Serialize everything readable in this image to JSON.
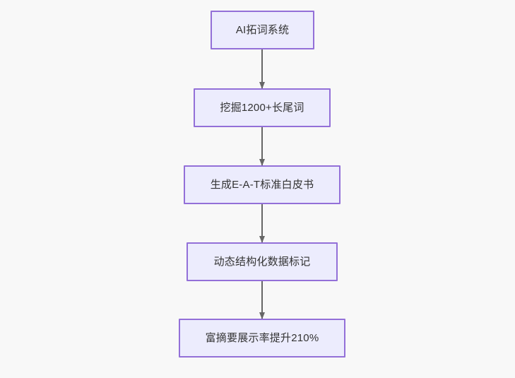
{
  "diagram": {
    "type": "flowchart",
    "direction": "top-to-bottom",
    "background_color": "#f8f8f8",
    "node_fill_color": "#ececfd",
    "node_border_color": "#9370d8",
    "node_text_color": "#333333",
    "edge_color": "#666666",
    "nodes": [
      {
        "id": "n1",
        "label": "AI拓词系统"
      },
      {
        "id": "n2",
        "label": "挖掘1200+长尾词"
      },
      {
        "id": "n3",
        "label": "生成E-A-T标准白皮书"
      },
      {
        "id": "n4",
        "label": "动态结构化数据标记"
      },
      {
        "id": "n5",
        "label": "富摘要展示率提升210%"
      }
    ],
    "edges": [
      {
        "from": "n1",
        "to": "n2",
        "label": ""
      },
      {
        "from": "n2",
        "to": "n3",
        "label": ""
      },
      {
        "from": "n3",
        "to": "n4",
        "label": ""
      },
      {
        "from": "n4",
        "to": "n5",
        "label": ""
      }
    ]
  }
}
